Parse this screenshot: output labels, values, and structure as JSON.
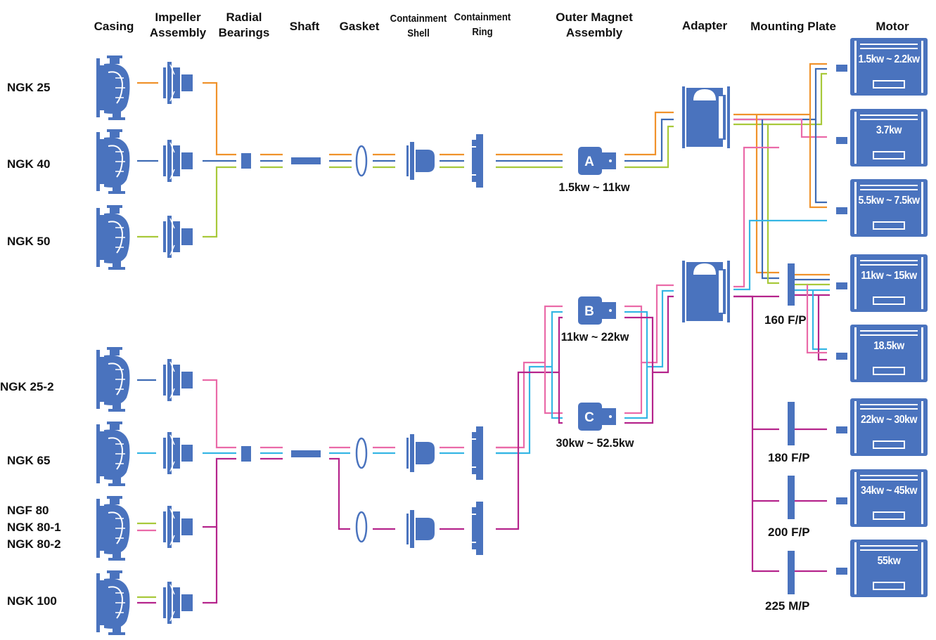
{
  "headers": {
    "casing": "Casing",
    "impeller": "Impeller\nAssembly",
    "bearings": "Radial\nBearings",
    "shaft": "Shaft",
    "gasket": "Gasket",
    "shell": "Containment\nShell",
    "ring": "Containment\nRing",
    "magnet": "Outer Magnet\nAssembly",
    "adapter": "Adapter",
    "plate": "Mounting Plate",
    "motor": "Motor"
  },
  "models": {
    "ngk25": "NGK 25",
    "ngk40": "NGK 40",
    "ngk50": "NGK 50",
    "ngk252": "NGK 25-2",
    "ngk65": "NGK 65",
    "ngf80": "NGF 80",
    "ngk801": "NGK 80-1",
    "ngk802": "NGK 80-2",
    "ngk100": "NGK 100"
  },
  "magnets": {
    "a": {
      "letter": "A",
      "range": "1.5kw ~ 11kw"
    },
    "b": {
      "letter": "B",
      "range": "11kw ~ 22kw"
    },
    "c": {
      "letter": "C",
      "range": "30kw ~ 52.5kw"
    }
  },
  "plates": {
    "p160": "160 F/P",
    "p180": "180 F/P",
    "p200": "200 F/P",
    "p225": "225  M/P"
  },
  "motors": [
    "1.5kw ~ 2.2kw",
    "3.7kw",
    "5.5kw ~ 7.5kw",
    "11kw ~ 15kw",
    "18.5kw",
    "22kw ~ 30kw",
    "34kw ~ 45kw",
    "55kw"
  ],
  "colors": {
    "component": "#4a73be",
    "orange": "#f0922b",
    "blue": "#3e6bb4",
    "green": "#a8c93a",
    "pink": "#ea6aa8",
    "cyan": "#35b6e4",
    "magenta": "#b5248c"
  }
}
